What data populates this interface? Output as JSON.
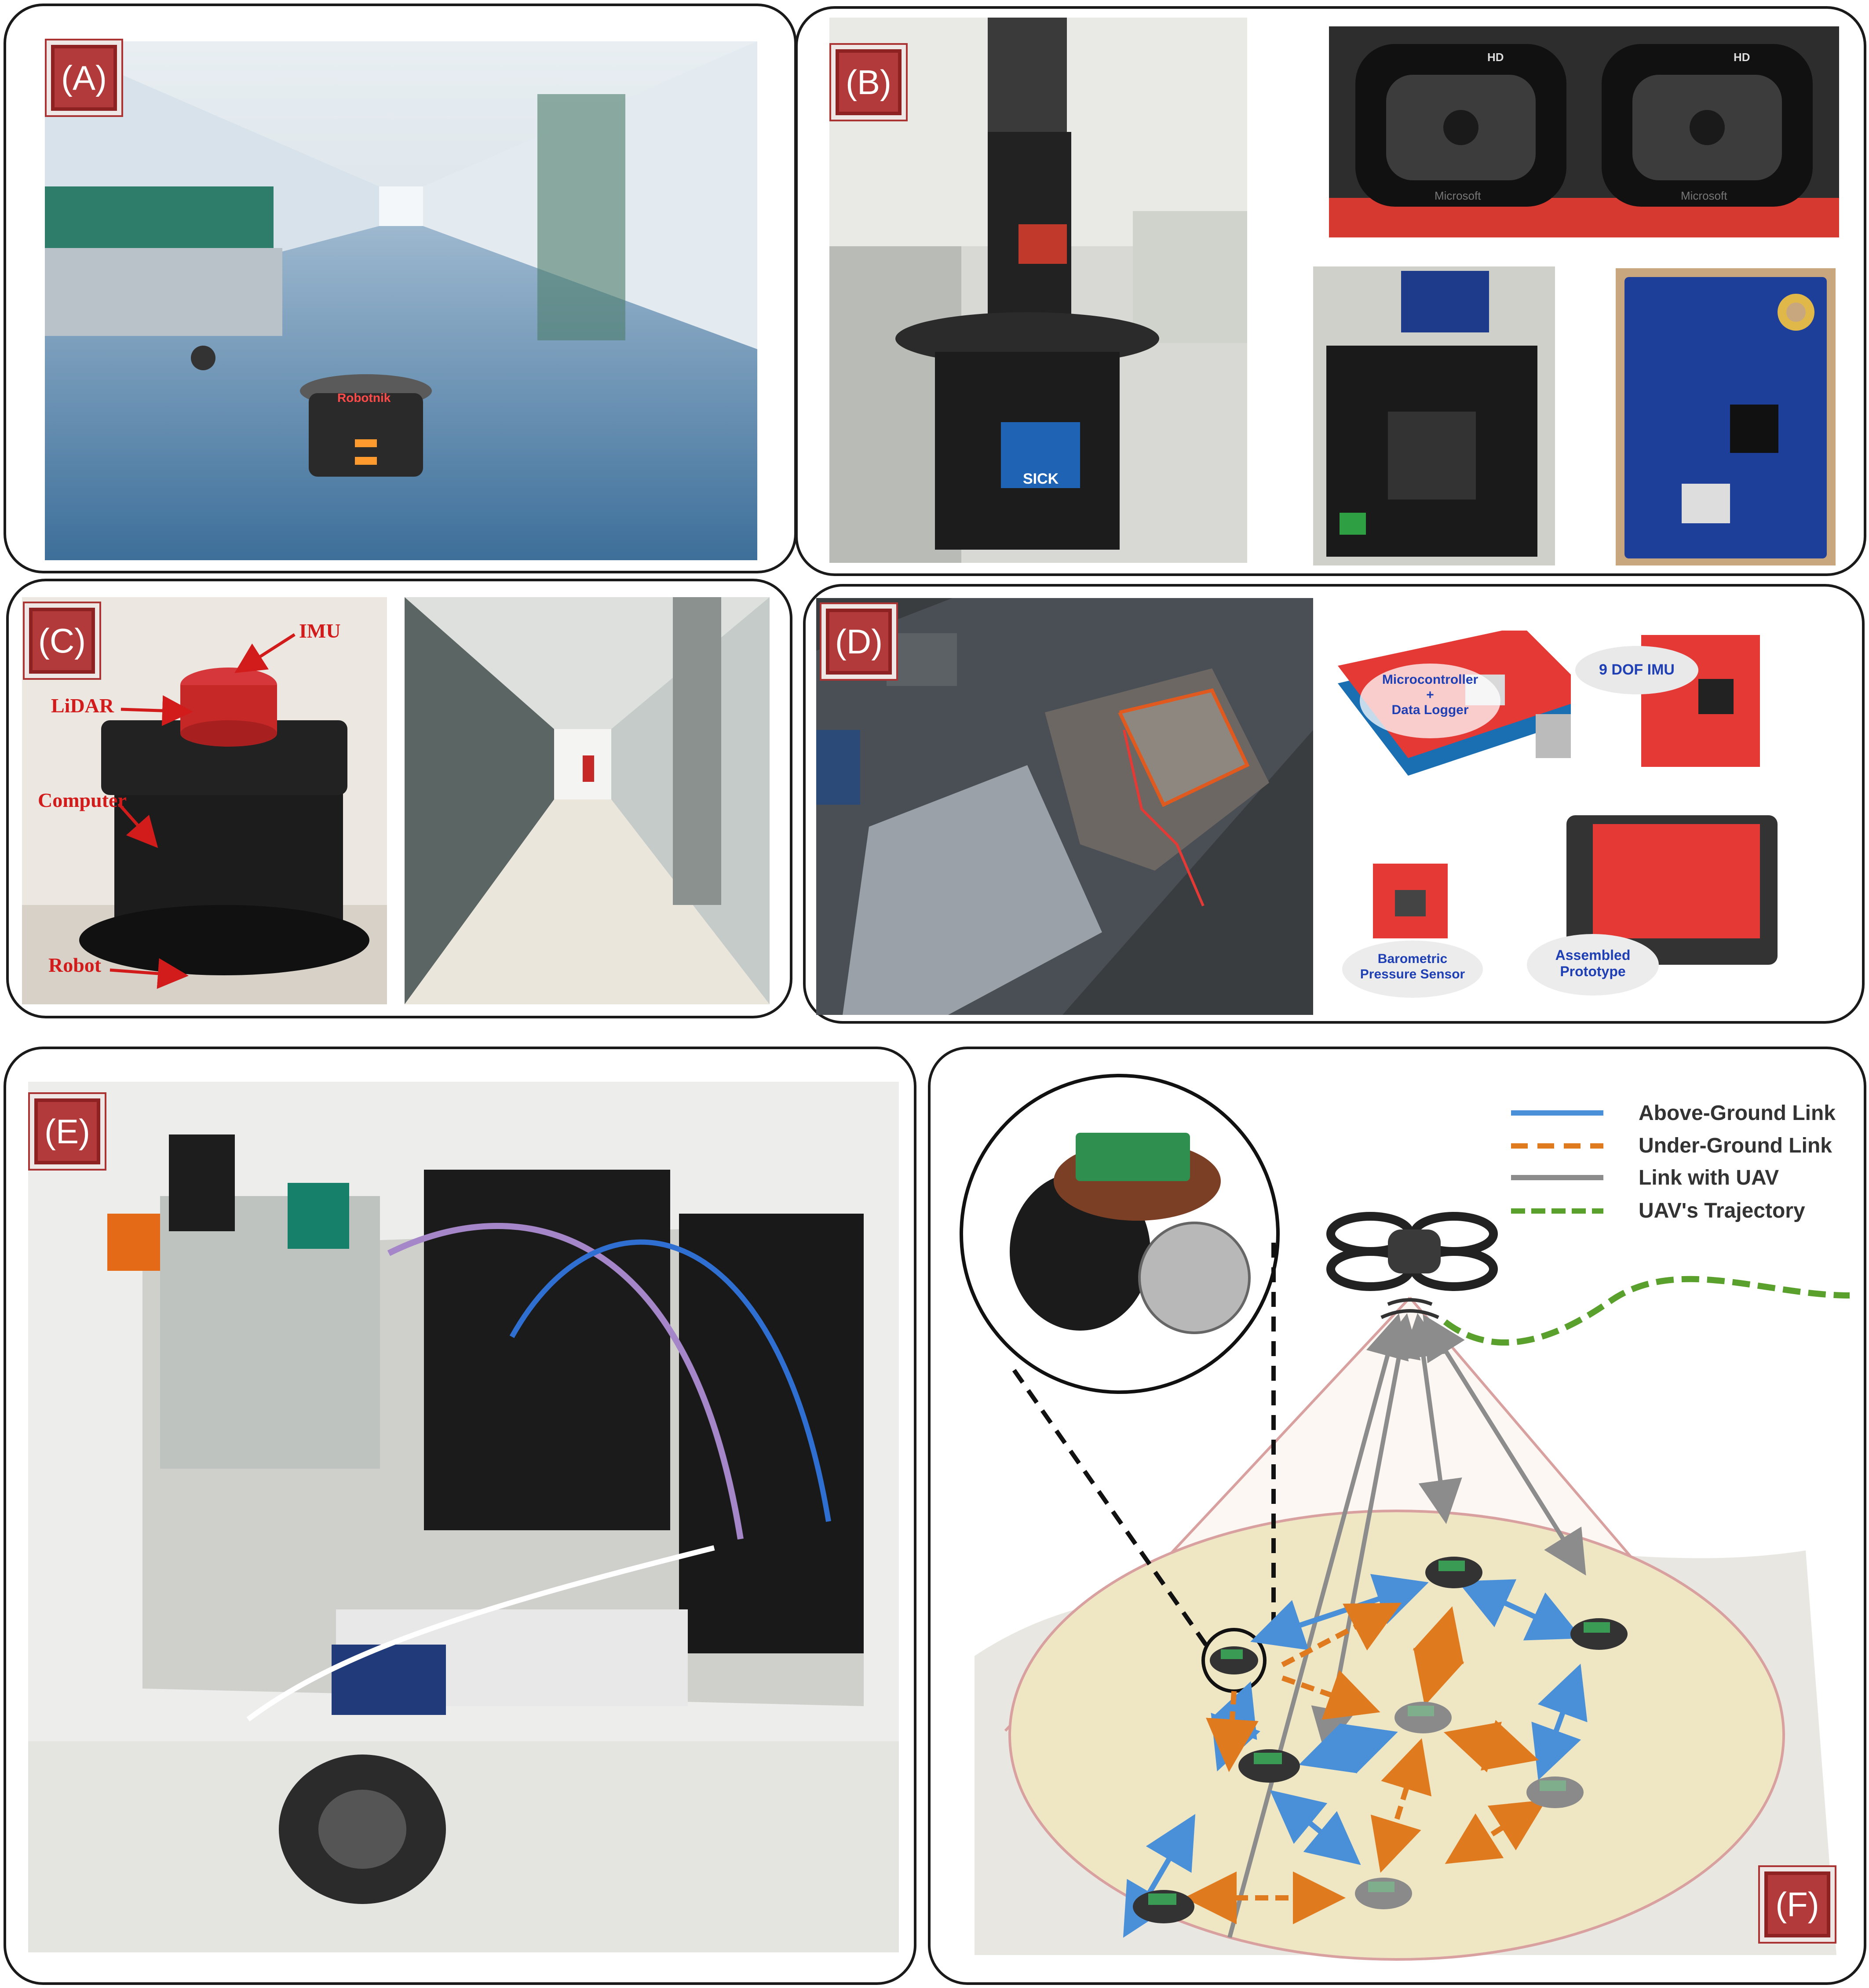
{
  "panels": {
    "a": {
      "label": "(A)",
      "robot_brand": "Robotnik"
    },
    "b": {
      "label": "(B)",
      "camera_brand_left": "Microsoft",
      "camera_brand_right": "Microsoft",
      "hd_left": "HD",
      "hd_right": "HD",
      "lidar_brand": "SICK"
    },
    "c": {
      "label": "(C)",
      "annotations": [
        "IMU",
        "LiDAR",
        "Computer",
        "Robot"
      ]
    },
    "d": {
      "label": "(D)",
      "components": [
        "Microcontroller\n+\nData Logger",
        "9 DOF IMU",
        "Barometric\nPressure Sensor",
        "Assembled\nPrototype"
      ]
    },
    "e": {
      "label": "(E)"
    },
    "f": {
      "label": "(F)",
      "legend": [
        {
          "name": "Above-Ground Link",
          "color": "#4a90d9",
          "style": "solid"
        },
        {
          "name": "Under-Ground Link",
          "color": "#e07a1f",
          "style": "dashed"
        },
        {
          "name": "Link with UAV",
          "color": "#8c8c8c",
          "style": "solid"
        },
        {
          "name": "UAV's Trajectory",
          "color": "#5aa02c",
          "style": "dashed"
        }
      ]
    }
  }
}
